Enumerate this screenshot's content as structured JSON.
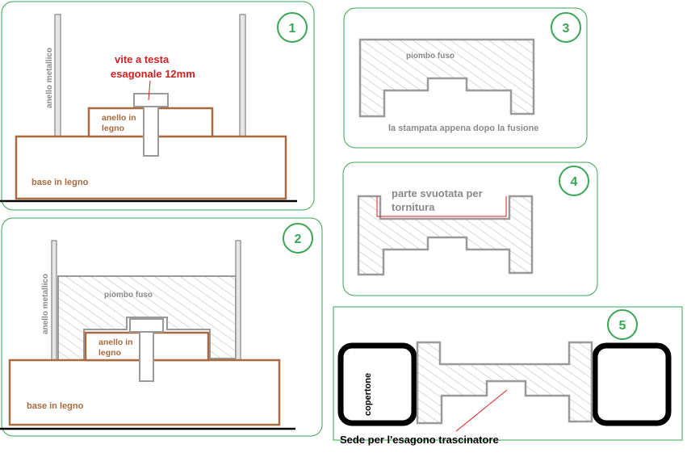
{
  "panels": [
    {
      "number": "1",
      "labels": {
        "ring": "anello metallico",
        "screw_line1": "vite a testa",
        "screw_line2": "esagonale 12mm",
        "wood_ring_line1": "anello in",
        "wood_ring_line2": "legno",
        "base": "base in legno"
      }
    },
    {
      "number": "2",
      "labels": {
        "ring": "anello metallico",
        "lead": "piombo fuso",
        "wood_ring_line1": "anello in",
        "wood_ring_line2": "legno",
        "base": "base in legno"
      }
    },
    {
      "number": "3",
      "labels": {
        "lead": "piombo fuso",
        "caption": "la stampata appena dopo la fusione"
      }
    },
    {
      "number": "4",
      "labels": {
        "hollow_line1": "parte svuotata per",
        "hollow_line2": "tornitura"
      }
    },
    {
      "number": "5",
      "labels": {
        "tire": "copertone",
        "seat": "Sede per l'esagono trascinatore"
      }
    }
  ],
  "colors": {
    "frame": "#3aa655",
    "wood": "#a86a3e",
    "metal": "#b8b8b8",
    "outline": "#888888",
    "red_text": "#d42020",
    "gray_text": "#8a8a8a",
    "tire": "#000000"
  }
}
